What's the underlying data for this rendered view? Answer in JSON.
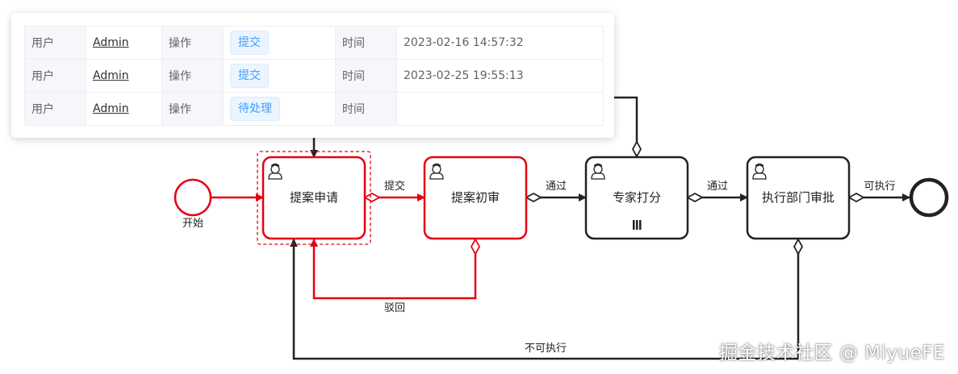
{
  "popup": {
    "rows": [
      {
        "user_label": "用户",
        "user": "Admin",
        "op_label": "操作",
        "op": "提交",
        "time_label": "时间",
        "time": "2023-02-16 14:57:32"
      },
      {
        "user_label": "用户",
        "user": "Admin",
        "op_label": "操作",
        "op": "提交",
        "time_label": "时间",
        "time": "2023-02-25 19:55:13"
      },
      {
        "user_label": "用户",
        "user": "Admin",
        "op_label": "操作",
        "op": "待处理",
        "time_label": "时间",
        "time": ""
      }
    ]
  },
  "diagram": {
    "start_label": "开始",
    "tasks": {
      "apply": "提案申请",
      "review": "提案初审",
      "score": "专家打分",
      "approve": "执行部门审批"
    },
    "flows": {
      "submit": "提交",
      "pass1": "通过",
      "pass2": "通过",
      "executable": "可执行",
      "reject": "驳回",
      "not_executable": "不可执行"
    },
    "colors": {
      "active": "#e60012",
      "normal": "#222222"
    }
  },
  "watermark": "掘金技术社区 @ MiyueFE"
}
